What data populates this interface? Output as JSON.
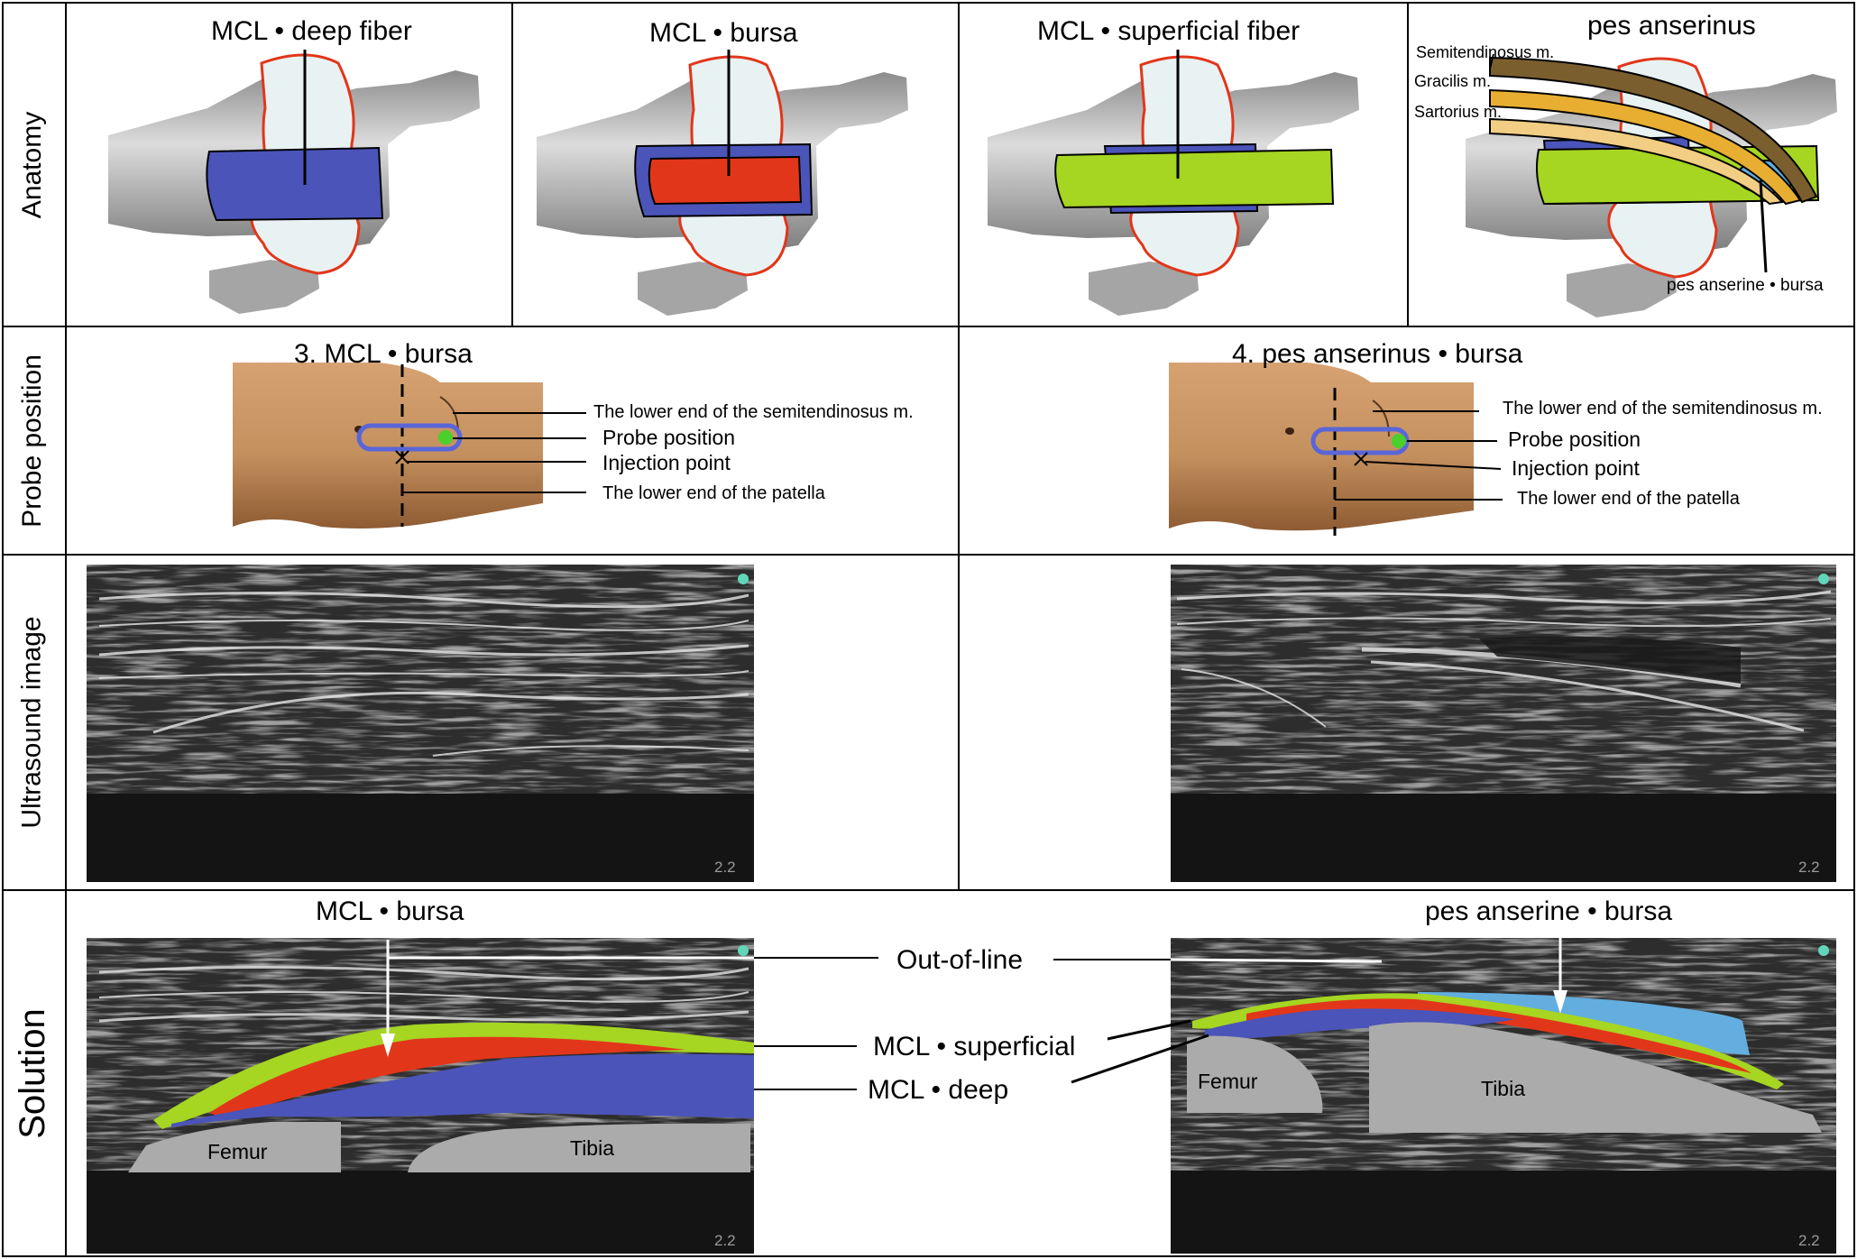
{
  "rows": {
    "anatomy": "Anatomy",
    "probe": "Probe position",
    "ultrasound": "Ultrasound image",
    "solution": "Solution"
  },
  "anatomy": {
    "panel1_title": "MCL • deep fiber",
    "panel2_title": "MCL • bursa",
    "panel3_title": "MCL • superficial fiber",
    "panel4_title": "pes anserinus",
    "semitendinosus": "Semitendinosus m.",
    "gracilis": "Gracilis m.",
    "sartorius": "Sartorius m.",
    "pes_bursa": "pes anserine • bursa"
  },
  "probe": {
    "left_title": "3. MCL • bursa",
    "right_title": "4. pes anserinus • bursa",
    "semitendinosus_end": "The lower end of the semitendinosus m.",
    "probe_position": "Probe position",
    "injection_point": "Injection point",
    "patella_end": "The lower end of the patella"
  },
  "ultrasound": {
    "depth": "2.2"
  },
  "solution": {
    "mcl_bursa": "MCL • bursa",
    "pes_bursa": "pes anserine • bursa",
    "out_of_line": "Out-of-line",
    "mcl_superficial": "MCL • superficial",
    "mcl_deep": "MCL • deep",
    "femur": "Femur",
    "tibia": "Tibia"
  },
  "colors": {
    "deep_fiber": "#4B54B8",
    "bursa": "#E2361A",
    "superficial_fiber": "#A6D522",
    "pes_bursa": "#63AEDF",
    "semitendinosus": "#7A5E2E",
    "gracilis": "#E8AE32",
    "sartorius": "#F2CD84",
    "bone_gray": "#ABABAB",
    "cartilage_outline": "#E2361A",
    "skin": "#C4905E"
  }
}
